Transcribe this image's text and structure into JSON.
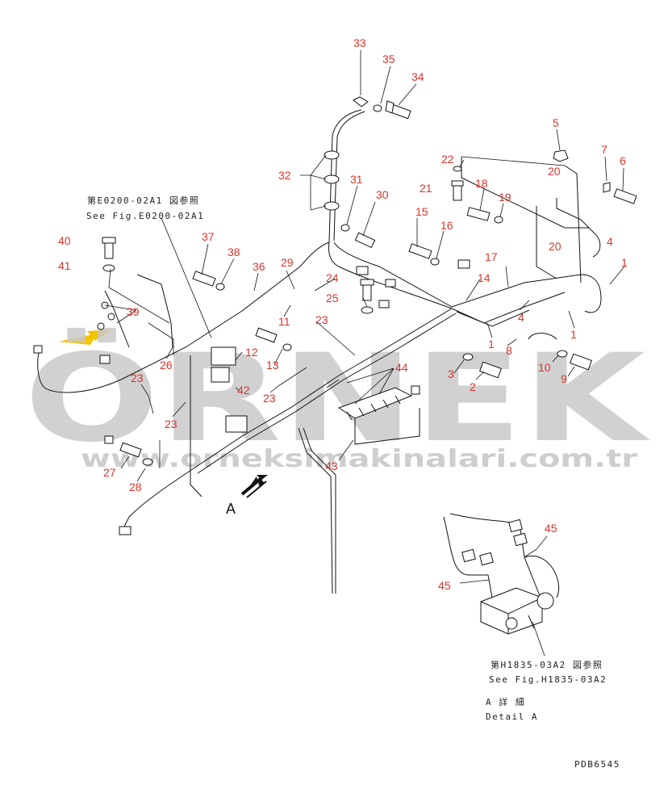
{
  "diagram": {
    "callouts": [
      {
        "id": "c33",
        "label": "33"
      },
      {
        "id": "c35",
        "label": "35"
      },
      {
        "id": "c34",
        "label": "34"
      },
      {
        "id": "c5",
        "label": "5"
      },
      {
        "id": "c7",
        "label": "7"
      },
      {
        "id": "c6",
        "label": "6"
      },
      {
        "id": "c22",
        "label": "22"
      },
      {
        "id": "c20a",
        "label": "20"
      },
      {
        "id": "c21",
        "label": "21"
      },
      {
        "id": "c18",
        "label": "18"
      },
      {
        "id": "c19",
        "label": "19"
      },
      {
        "id": "c32",
        "label": "32"
      },
      {
        "id": "c31",
        "label": "31"
      },
      {
        "id": "c30",
        "label": "30"
      },
      {
        "id": "c15",
        "label": "15"
      },
      {
        "id": "c16",
        "label": "16"
      },
      {
        "id": "c20b",
        "label": "20"
      },
      {
        "id": "c4a",
        "label": "4"
      },
      {
        "id": "c37",
        "label": "37"
      },
      {
        "id": "c38",
        "label": "38"
      },
      {
        "id": "c29",
        "label": "29"
      },
      {
        "id": "c36",
        "label": "36"
      },
      {
        "id": "c17",
        "label": "17"
      },
      {
        "id": "c1a",
        "label": "1"
      },
      {
        "id": "c40",
        "label": "40"
      },
      {
        "id": "c41",
        "label": "41"
      },
      {
        "id": "c24",
        "label": "24"
      },
      {
        "id": "c14",
        "label": "14"
      },
      {
        "id": "c25",
        "label": "25"
      },
      {
        "id": "c39",
        "label": "39"
      },
      {
        "id": "c11",
        "label": "11"
      },
      {
        "id": "c23a",
        "label": "23"
      },
      {
        "id": "c4b",
        "label": "4"
      },
      {
        "id": "c1b",
        "label": "1"
      },
      {
        "id": "c1c",
        "label": "1"
      },
      {
        "id": "c12",
        "label": "12"
      },
      {
        "id": "c26",
        "label": "26"
      },
      {
        "id": "c13",
        "label": "13"
      },
      {
        "id": "c8",
        "label": "8"
      },
      {
        "id": "c10",
        "label": "10"
      },
      {
        "id": "c44",
        "label": "44"
      },
      {
        "id": "c3",
        "label": "3"
      },
      {
        "id": "c9",
        "label": "9"
      },
      {
        "id": "c2",
        "label": "2"
      },
      {
        "id": "c23b",
        "label": "23"
      },
      {
        "id": "c42",
        "label": "42"
      },
      {
        "id": "c23c",
        "label": "23"
      },
      {
        "id": "c23d",
        "label": "23"
      },
      {
        "id": "c27",
        "label": "27"
      },
      {
        "id": "c28",
        "label": "28"
      },
      {
        "id": "c43",
        "label": "43"
      },
      {
        "id": "c45a",
        "label": "45"
      },
      {
        "id": "c45b",
        "label": "45"
      }
    ],
    "ref_top": {
      "jp": "第E0200-02A1 図参照",
      "en": "See Fig.E0200-02A1"
    },
    "ref_bottom": {
      "jp": "第H1835-03A2 図参照",
      "en": "See Fig.H1835-03A2"
    },
    "view_marker": "A",
    "detail_jp": "A 詳 細",
    "detail_en": "Detail A",
    "drawing_code": "PDB6545"
  },
  "watermark": {
    "brand": "ÖRNEK",
    "url": "www.orneksimakinalari.com.tr",
    "color": "#c9c9c9",
    "accent_color": "#f3c400"
  },
  "colors": {
    "callout": "#d9342b",
    "line": "#111111"
  }
}
